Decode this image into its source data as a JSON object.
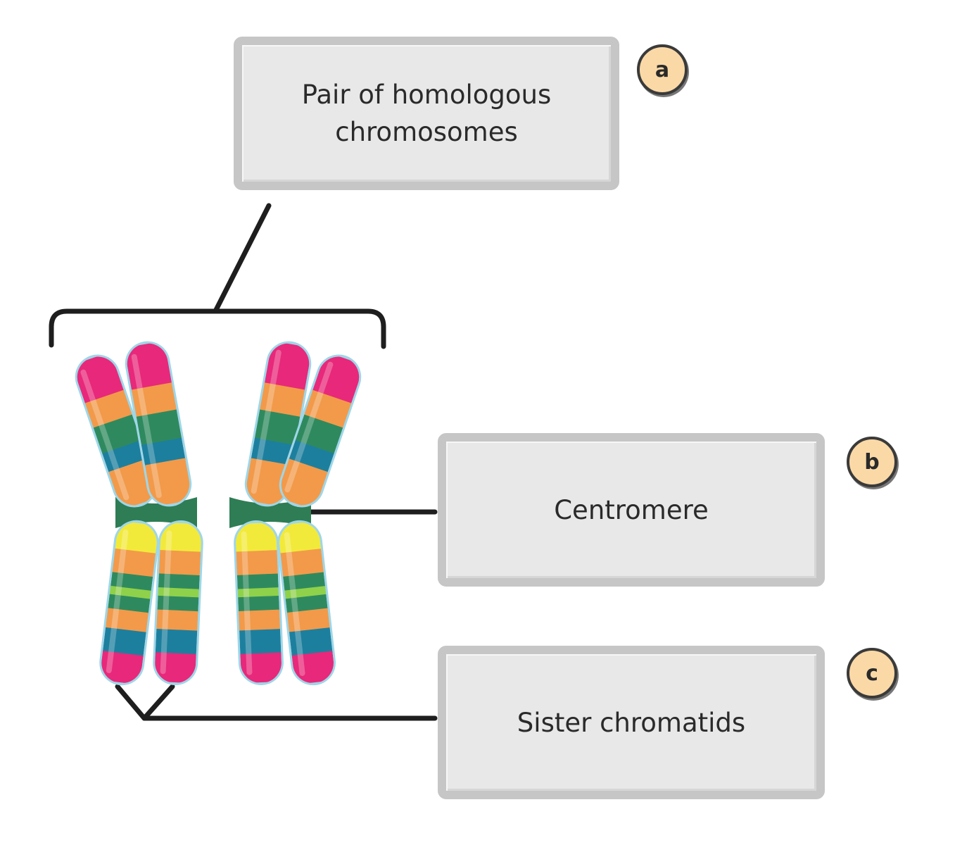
{
  "labels": {
    "a": {
      "text_lines": [
        "Pair of homologous",
        "chromosomes"
      ]
    },
    "b": {
      "text": "Centromere"
    },
    "c": {
      "text": "Sister chromatids"
    }
  },
  "markers": {
    "a": "a",
    "b": "b",
    "c": "c"
  },
  "colors": {
    "telomere": "#e8287a",
    "orange_band": "#f29a4a",
    "green_band": "#2e8a5e",
    "blue_band": "#1d7f9e",
    "yellow_band": "#f2ea3a",
    "light_green_band": "#8fd14a",
    "centromere": "#2e7d55",
    "chromatid_outline": "#9fd6e8",
    "leader_line": "#1e1e1e",
    "box_fill": "#e8e8e8",
    "box_border": "#c6c6c6",
    "marker_fill": "#fbd9a6"
  }
}
